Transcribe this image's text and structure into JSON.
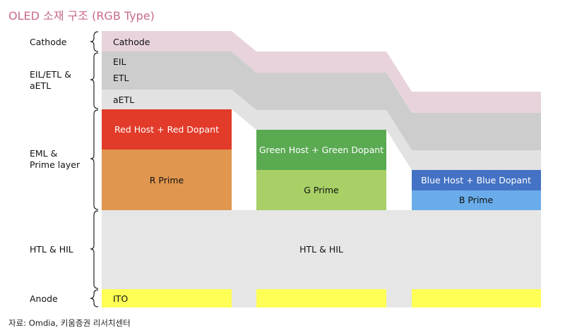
{
  "title": "OLED 소재 구조 (RGB Type)",
  "source": "자료: Omdia, 키움증권 리서치센터",
  "brackets": [
    {
      "label_lines": [
        "Cathode"
      ]
    },
    {
      "label_lines": [
        "EIL/ETL &",
        "aETL"
      ]
    },
    {
      "label_lines": [
        "EML &",
        "Prime layer"
      ]
    },
    {
      "label_lines": [
        "HTL & HIL"
      ]
    },
    {
      "label_lines": [
        "Anode"
      ]
    }
  ],
  "layers": {
    "cathode": "Cathode",
    "eil": "EIL",
    "etl": "ETL",
    "aetl": "aETL",
    "htl": "HTL & HIL",
    "ito": "ITO"
  },
  "emitters": {
    "red_host": "Red Host + Red Dopant",
    "red_prime": "R Prime",
    "green_host": "Green Host + Green Dopant",
    "green_prime": "G Prime",
    "blue_host": "Blue Host + Blue Dopant",
    "blue_prime": "B Prime"
  },
  "colors": {
    "title": "#c76a8d",
    "cathode": "#e8d3dc",
    "etl": "#cdcdcd",
    "aetl": "#e2e2e2",
    "htl": "#e6e6e6",
    "ito": "#ffff55",
    "red_host": "#e23b2a",
    "red_prime": "#e0964f",
    "green_host": "#5aaa52",
    "green_prime": "#a8d066",
    "blue_host": "#4472c4",
    "blue_prime": "#6aacea",
    "bracket": "#222222"
  }
}
